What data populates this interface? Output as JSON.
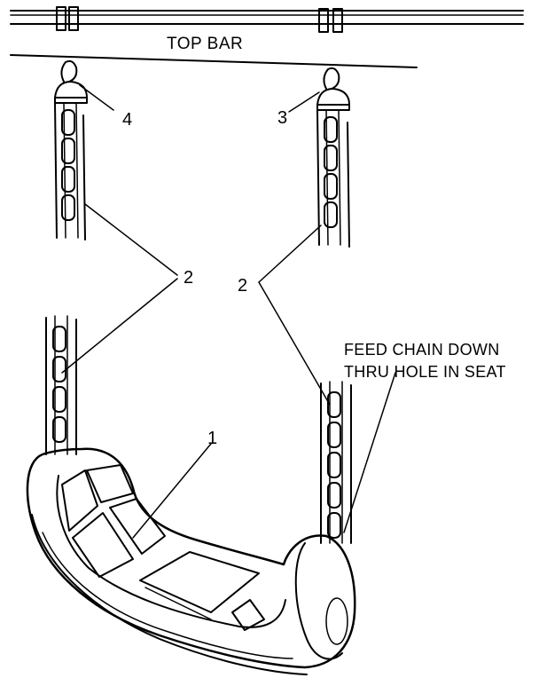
{
  "diagram": {
    "top_bar_label": "TOP BAR",
    "callouts": {
      "c1": "1",
      "c2_left": "2",
      "c2_right": "2",
      "c3": "3",
      "c4": "4"
    },
    "note_line1": "FEED CHAIN DOWN",
    "note_line2": "THRU HOLE IN SEAT"
  }
}
